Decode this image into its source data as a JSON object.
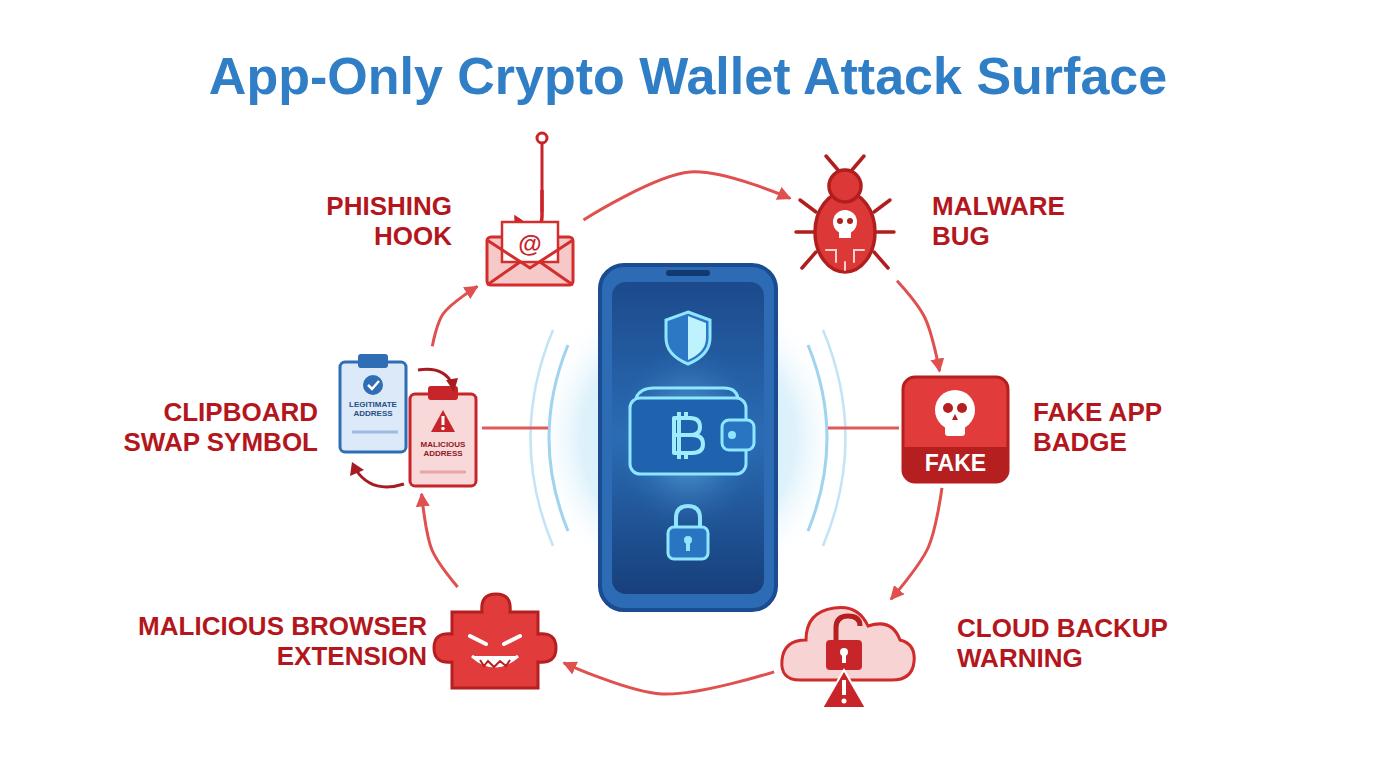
{
  "diagram": {
    "title": "App-Only Crypto Wallet Attack Surface",
    "nodes": [
      {
        "text": [
          "PHISHING HOOK"
        ]
      },
      {
        "text": [
          "MALWARE BUG"
        ]
      },
      {
        "text": [
          "FAKE APP BADGE"
        ]
      },
      {
        "text": [
          "CLOUD BACKUP WARNING"
        ]
      },
      {
        "text": [
          "MALICIOUS BROWSER EXTENSION"
        ]
      },
      {
        "text": [
          "CLIPBOARD SWAP SYMBOL"
        ]
      }
    ],
    "edges": [
      {
        "from": 0,
        "to": 1,
        "arrow": "to"
      },
      {
        "from": 1,
        "to": 2,
        "arrow": "to"
      },
      {
        "from": 2,
        "to": 3,
        "arrow": "to"
      },
      {
        "from": 3,
        "to": 4,
        "arrow": "to"
      },
      {
        "from": 4,
        "to": 5,
        "arrow": "to"
      },
      {
        "from": 5,
        "to": 0,
        "arrow": "to"
      }
    ],
    "labels": [
      "@",
      "LEGITIMATE ADDRESS",
      "MALICIOUS ADDRESS",
      "FAKE"
    ]
  }
}
